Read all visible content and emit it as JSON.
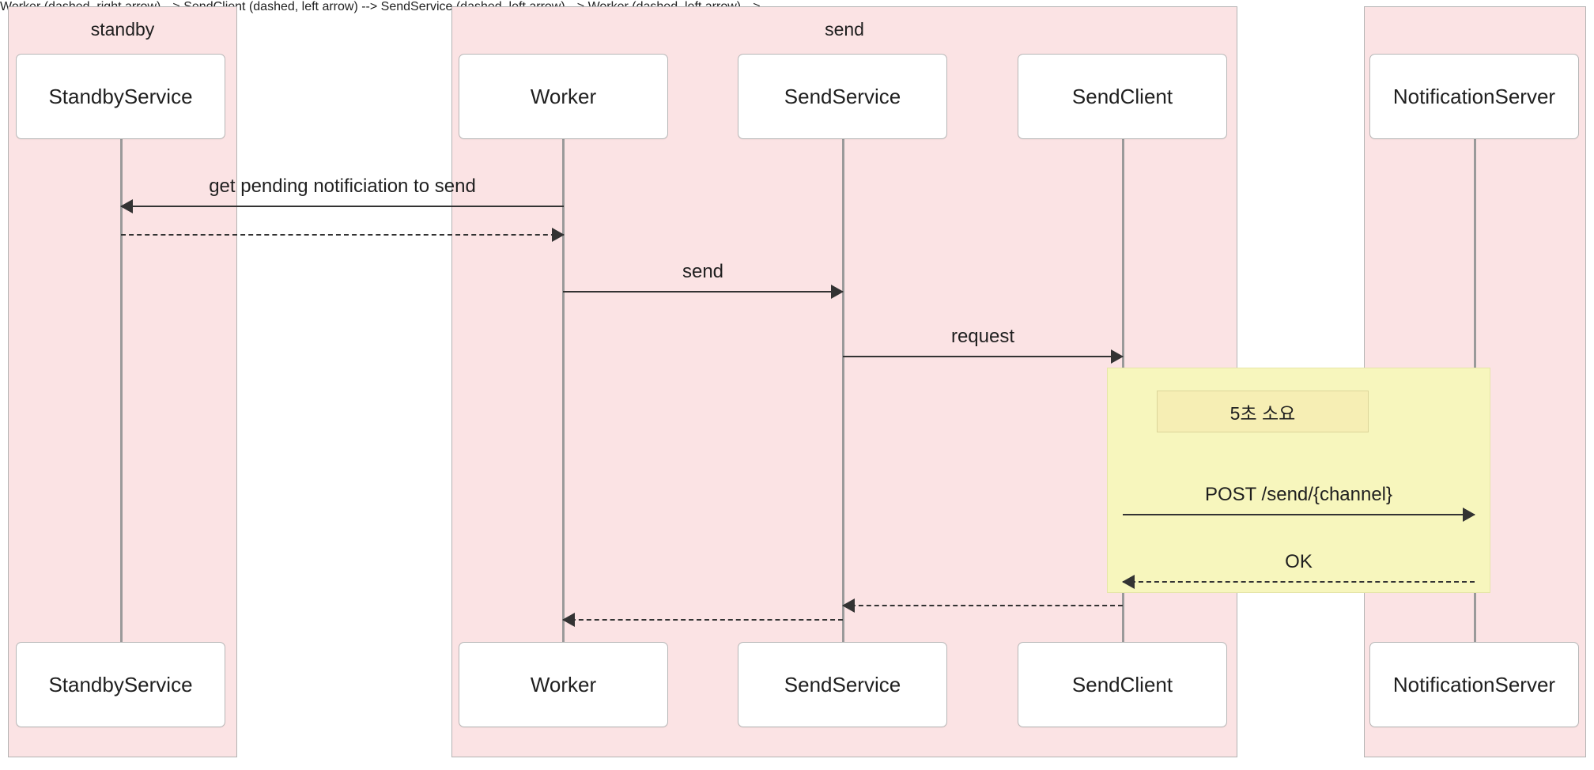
{
  "diagram": {
    "type": "sequence-diagram",
    "colors": {
      "group_fill": "#fbe3e4",
      "group_stroke": "#b3b3b3",
      "actor_fill": "#ffffff",
      "actor_stroke": "#b7b7b7",
      "lifeline": "#9a9a9a",
      "message": "#333333",
      "note_fill": "#f7f6bd",
      "note_label_fill": "#f6eeb4",
      "text": "#1f1f1f"
    }
  },
  "groups": [
    {
      "id": "standby",
      "label": "standby"
    },
    {
      "id": "send",
      "label": "send"
    },
    {
      "id": "external",
      "label": ""
    }
  ],
  "participants": [
    {
      "id": "standbyservice",
      "label": "StandbyService",
      "group": "standby"
    },
    {
      "id": "worker",
      "label": "Worker",
      "group": "send"
    },
    {
      "id": "sendservice",
      "label": "SendService",
      "group": "send"
    },
    {
      "id": "sendclient",
      "label": "SendClient",
      "group": "send"
    },
    {
      "id": "notificationserver",
      "label": "NotificationServer",
      "group": "external"
    }
  ],
  "messages": [
    {
      "id": "m1",
      "label": "get pending notificiation to send",
      "from": "worker",
      "to": "standbyservice",
      "style": "solid",
      "direction": "left"
    },
    {
      "id": "m2",
      "label": "",
      "from": "standbyservice",
      "to": "worker",
      "style": "dashed",
      "direction": "right"
    },
    {
      "id": "m3",
      "label": "send",
      "from": "worker",
      "to": "sendservice",
      "style": "solid",
      "direction": "right"
    },
    {
      "id": "m4",
      "label": "request",
      "from": "sendservice",
      "to": "sendclient",
      "style": "solid",
      "direction": "right"
    },
    {
      "id": "m5",
      "label": "POST /send/{channel}",
      "from": "sendclient",
      "to": "notificationserver",
      "style": "solid",
      "direction": "right"
    },
    {
      "id": "m6",
      "label": "OK",
      "from": "notificationserver",
      "to": "sendclient",
      "style": "dashed",
      "direction": "left"
    },
    {
      "id": "m7",
      "label": "",
      "from": "sendclient",
      "to": "sendservice",
      "style": "dashed",
      "direction": "left"
    },
    {
      "id": "m8",
      "label": "",
      "from": "sendservice",
      "to": "worker",
      "style": "dashed",
      "direction": "left"
    }
  ],
  "notes": [
    {
      "id": "n1",
      "label": "5초 소요",
      "over": "sendclient-notificationserver"
    }
  ]
}
